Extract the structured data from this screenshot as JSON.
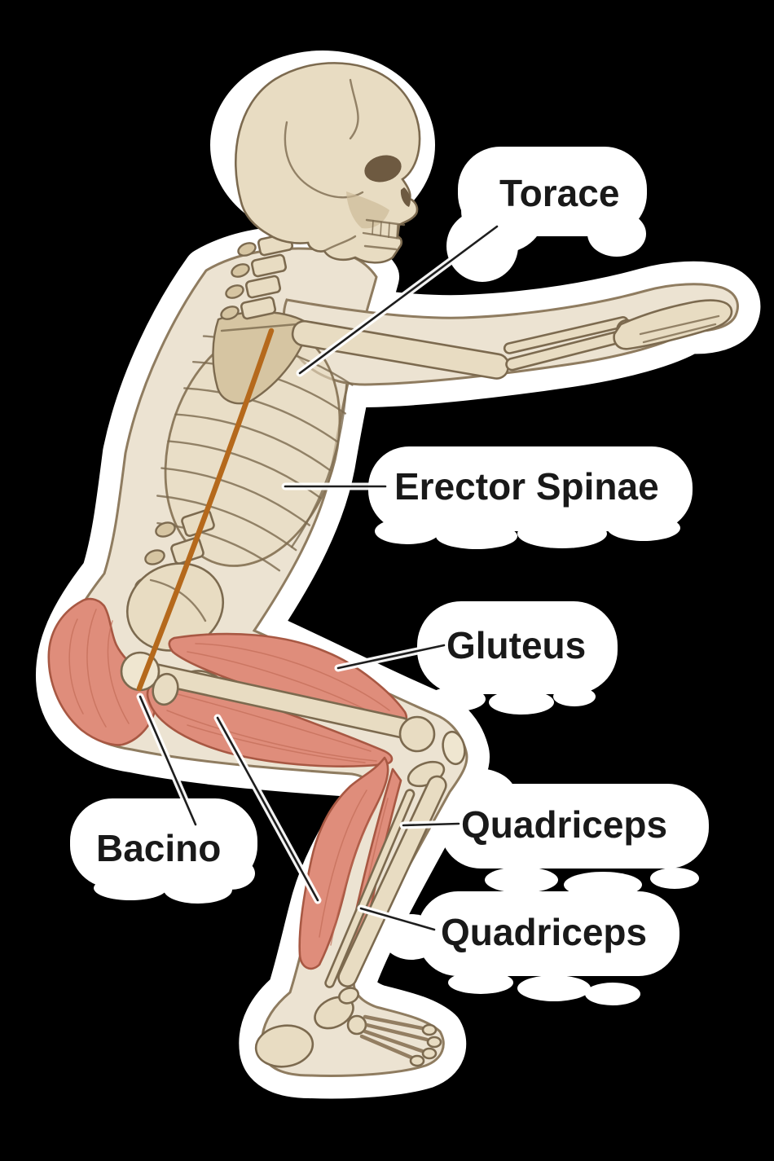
{
  "page": {
    "type": "anatomy-sticker-diagram",
    "subject": "Skeleton in squat position, side view, with highlighted muscles"
  },
  "colors": {
    "background": "#000000",
    "sticker": "#ffffff",
    "flesh": "#ece3d2",
    "flesh_outline": "#8f7c60",
    "bone": "#e8dcc2",
    "bone_outline": "#7c6a4f",
    "bone_shade": "#d6c5a2",
    "muscle": "#df8d7b",
    "muscle_outline": "#a85843",
    "muscle_fiber": "#c06a55",
    "eye_socket": "#6e5a41",
    "spine_line": "#b5691c",
    "pointer_line": "#1e1e1e",
    "label_text": "#191919"
  },
  "labels": [
    {
      "id": "torace",
      "text": "Torace"
    },
    {
      "id": "erector-spinae",
      "text": "Erector Spinae"
    },
    {
      "id": "gluteus",
      "text": "Gluteus"
    },
    {
      "id": "bacino",
      "text": "Bacino"
    },
    {
      "id": "quadriceps-upper",
      "text": "Quadriceps"
    },
    {
      "id": "quadriceps-lower",
      "text": "Quadriceps"
    }
  ]
}
